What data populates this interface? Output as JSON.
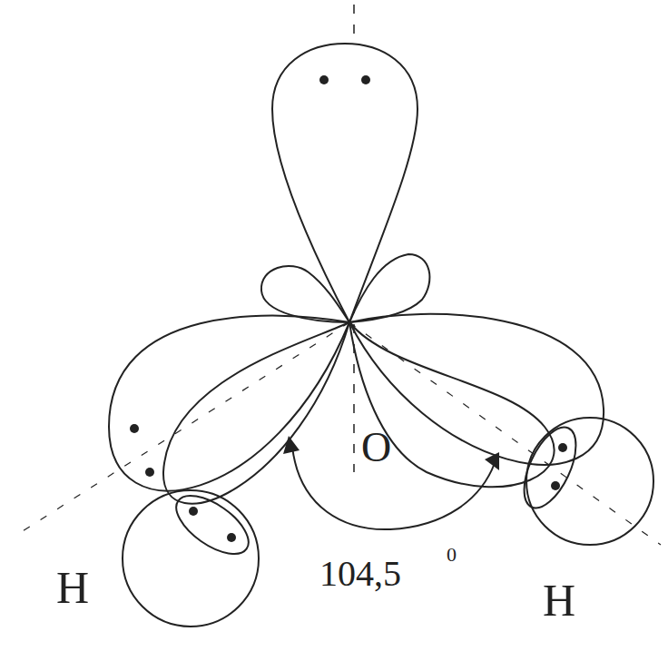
{
  "diagram": {
    "labels": [
      "O",
      "H",
      "104,5",
      "0",
      "H"
    ]
  }
}
